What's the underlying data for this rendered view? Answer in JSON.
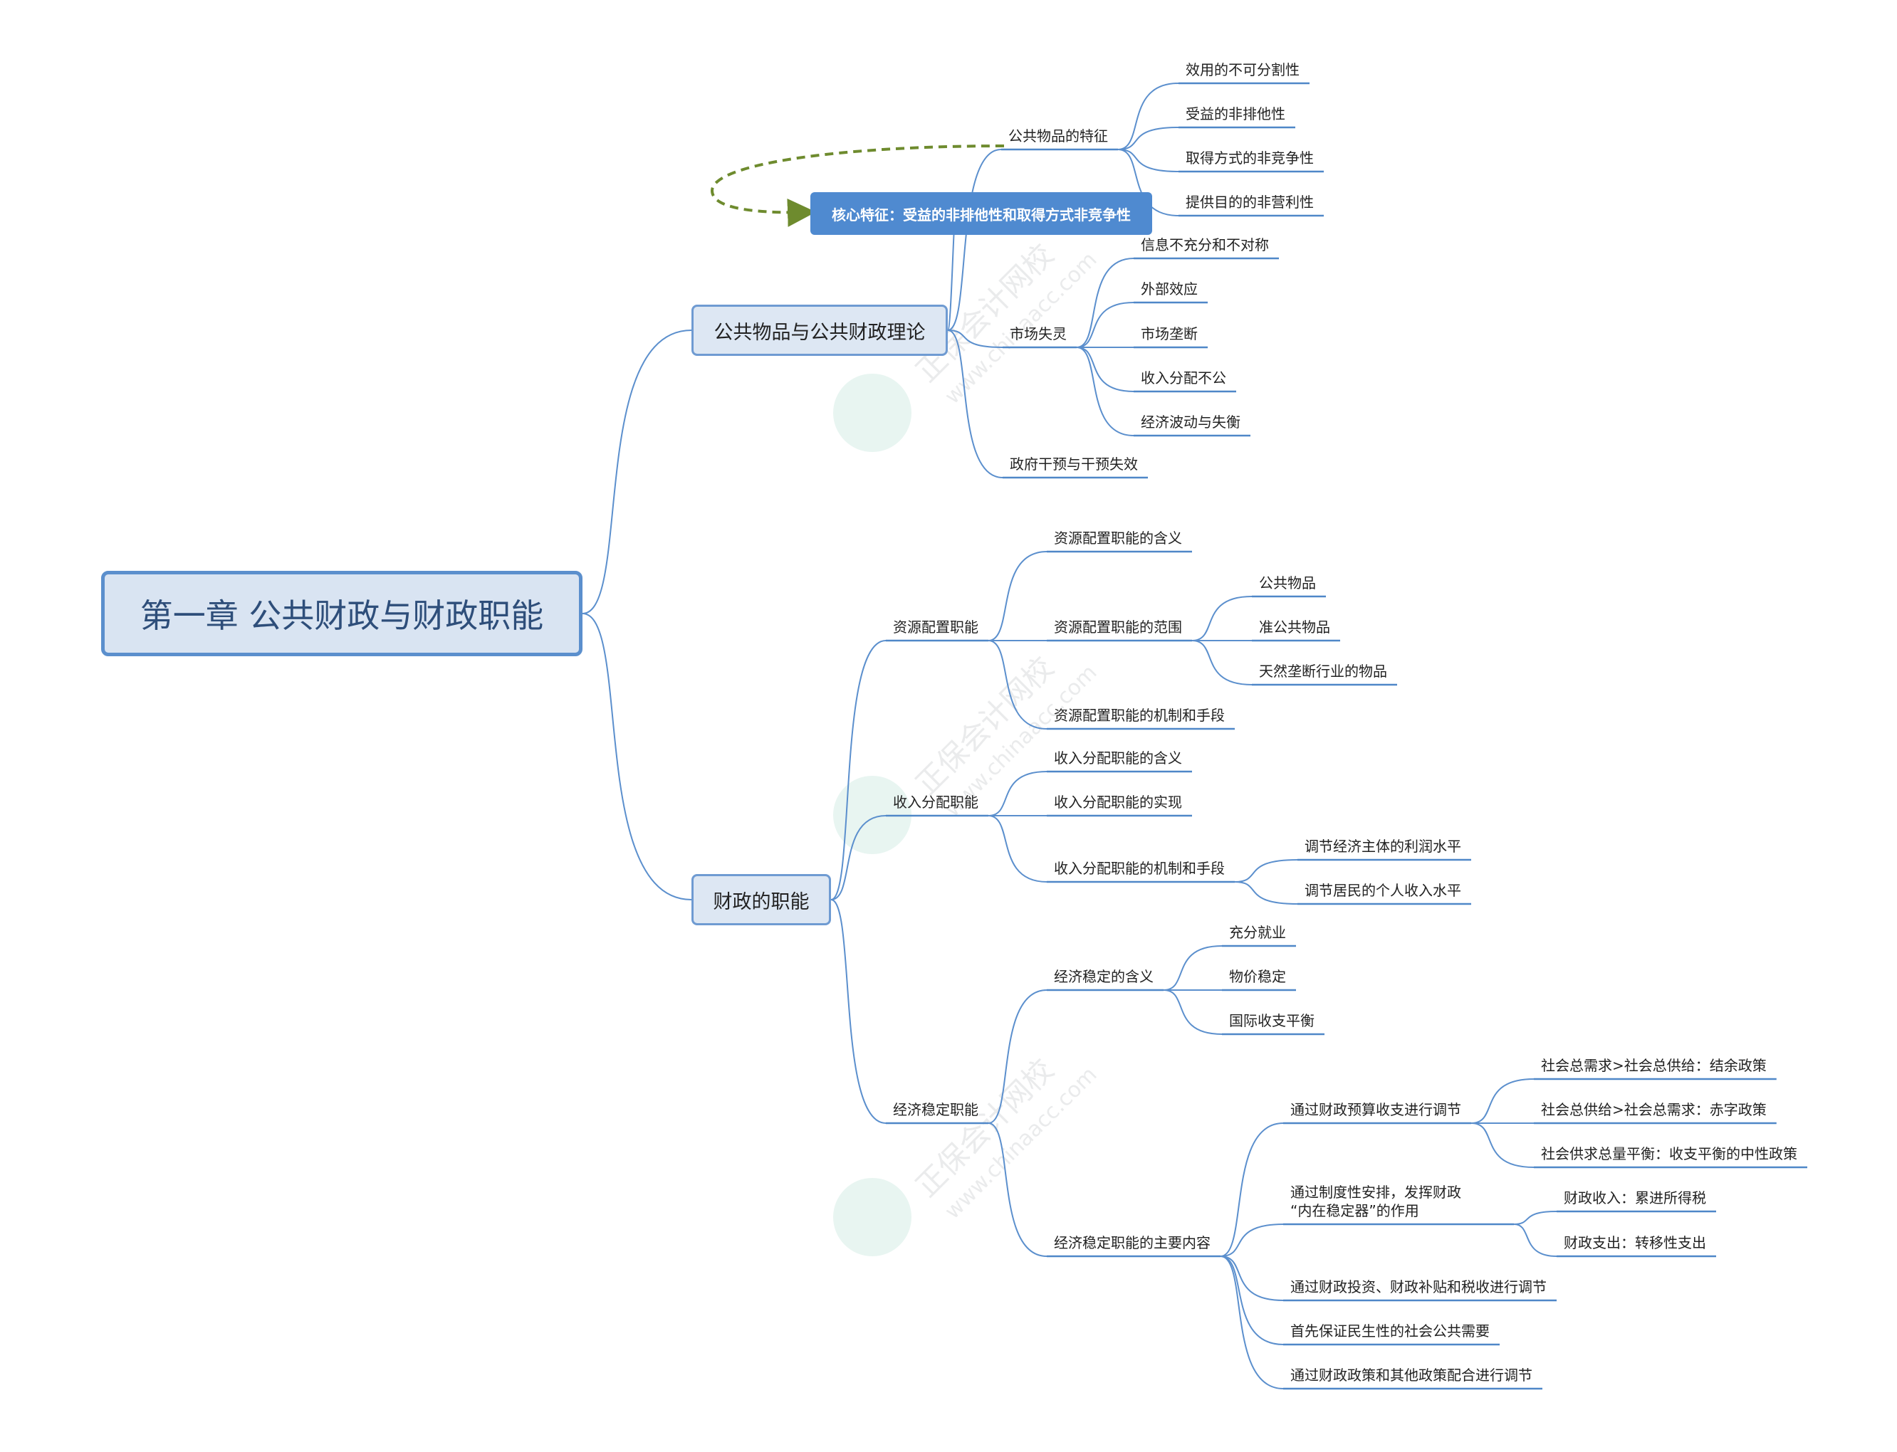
{
  "root": {
    "label": "第一章 公共财政与财政职能"
  },
  "main_nodes": [
    {
      "label": "公共物品与公共财政理论"
    },
    {
      "label": "财政的职能"
    }
  ],
  "callout": {
    "label": "核心特征：受益的非排他性和取得方式非竞争性"
  },
  "watermark": {
    "brand": "正保会计网校",
    "url": "www.chinaacc.com"
  },
  "nodes": [
    {
      "id": "gw_tz",
      "label": "公共物品的特征"
    },
    {
      "id": "tz1",
      "label": "效用的不可分割性"
    },
    {
      "id": "tz2",
      "label": "受益的非排他性"
    },
    {
      "id": "tz3",
      "label": "取得方式的非竞争性"
    },
    {
      "id": "tz4",
      "label": "提供目的的非营利性"
    },
    {
      "id": "scsl",
      "label": "市场失灵"
    },
    {
      "id": "sl1",
      "label": "信息不充分和不对称"
    },
    {
      "id": "sl2",
      "label": "外部效应"
    },
    {
      "id": "sl3",
      "label": "市场垄断"
    },
    {
      "id": "sl4",
      "label": "收入分配不公"
    },
    {
      "id": "sl5",
      "label": "经济波动与失衡"
    },
    {
      "id": "zfgy",
      "label": "政府干预与干预失效"
    },
    {
      "id": "zypz",
      "label": "资源配置职能"
    },
    {
      "id": "zy1",
      "label": "资源配置职能的含义"
    },
    {
      "id": "zy2",
      "label": "资源配置职能的范围"
    },
    {
      "id": "fw1",
      "label": "公共物品"
    },
    {
      "id": "fw2",
      "label": "准公共物品"
    },
    {
      "id": "fw3",
      "label": "天然垄断行业的物品"
    },
    {
      "id": "zy3",
      "label": "资源配置职能的机制和手段"
    },
    {
      "id": "srfp",
      "label": "收入分配职能"
    },
    {
      "id": "sr1",
      "label": "收入分配职能的含义"
    },
    {
      "id": "sr2",
      "label": "收入分配职能的实现"
    },
    {
      "id": "sr3",
      "label": "收入分配职能的机制和手段"
    },
    {
      "id": "sj1",
      "label": "调节经济主体的利润水平"
    },
    {
      "id": "sj2",
      "label": "调节居民的个人收入水平"
    },
    {
      "id": "jjwd",
      "label": "经济稳定职能"
    },
    {
      "id": "wd1",
      "label": "经济稳定的含义"
    },
    {
      "id": "hy1",
      "label": "充分就业"
    },
    {
      "id": "hy2",
      "label": "物价稳定"
    },
    {
      "id": "hy3",
      "label": "国际收支平衡"
    },
    {
      "id": "wd2",
      "label": "经济稳定职能的主要内容"
    },
    {
      "id": "nr1",
      "label": "通过财政预算收支进行调节"
    },
    {
      "id": "ys1",
      "label": "社会总需求>社会总供给：结余政策"
    },
    {
      "id": "ys2",
      "label": "社会总供给>社会总需求：赤字政策"
    },
    {
      "id": "ys3",
      "label": "社会供求总量平衡：收支平衡的中性政策"
    },
    {
      "id": "nr2",
      "label": "通过制度性安排，发挥财政\n“内在稳定器”的作用"
    },
    {
      "id": "zd1",
      "label": "财政收入：累进所得税"
    },
    {
      "id": "zd2",
      "label": "财政支出：转移性支出"
    },
    {
      "id": "nr3",
      "label": "通过财政投资、财政补贴和税收进行调节"
    },
    {
      "id": "nr4",
      "label": "首先保证民生性的社会公共需要"
    },
    {
      "id": "nr5",
      "label": "通过财政政策和其他政策配合进行调节"
    }
  ]
}
